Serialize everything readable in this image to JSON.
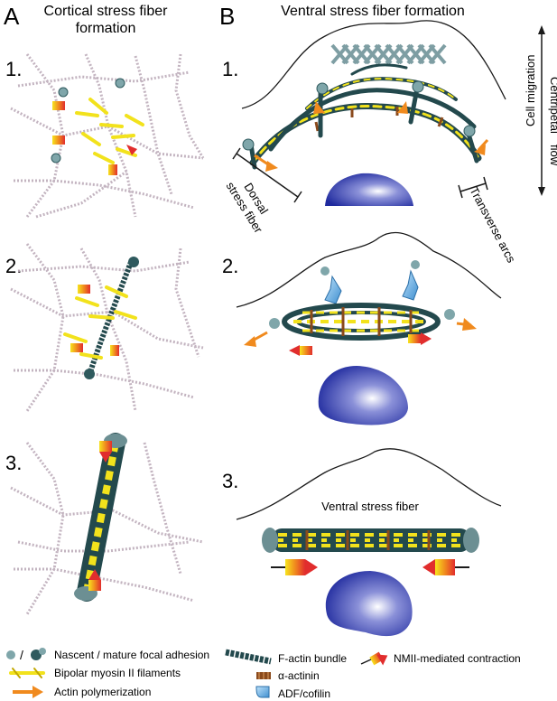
{
  "panel_a": {
    "letter": "A",
    "title_line1": "Cortical stress fiber",
    "title_line2": "formation",
    "steps": [
      "1.",
      "2.",
      "3."
    ]
  },
  "panel_b": {
    "letter": "B",
    "title": "Ventral stress fiber formation",
    "steps": [
      "1.",
      "2.",
      "3."
    ],
    "dorsal_label_line1": "Dorsal",
    "dorsal_label_line2": "stress fiber",
    "transverse_label": "Transverse arcs",
    "ventral_label": "Ventral stress fiber",
    "axis_top": "Cell migration",
    "axis_bottom_line1": "Centripetal",
    "axis_bottom_line2": "flow"
  },
  "legend": {
    "adhesion_sep": "/",
    "adhesion": "Nascent / mature focal adhesion",
    "myosin": "Bipolar myosin II filaments",
    "polymerization": "Actin polymerization",
    "factin": "F-actin bundle",
    "actinin": "α-actinin",
    "cofilin": "ADF/cofilin",
    "contraction": "NMII-mediated contraction"
  },
  "colors": {
    "actin": "#2f5a5e",
    "myosin": "#f2e21c",
    "actinin": "#8a4a1c",
    "polymerization": "#f08a1e",
    "nucleus": "#1f2a9e",
    "cofilin": "#5aa9e0",
    "mesh": "#b9a7b6"
  }
}
